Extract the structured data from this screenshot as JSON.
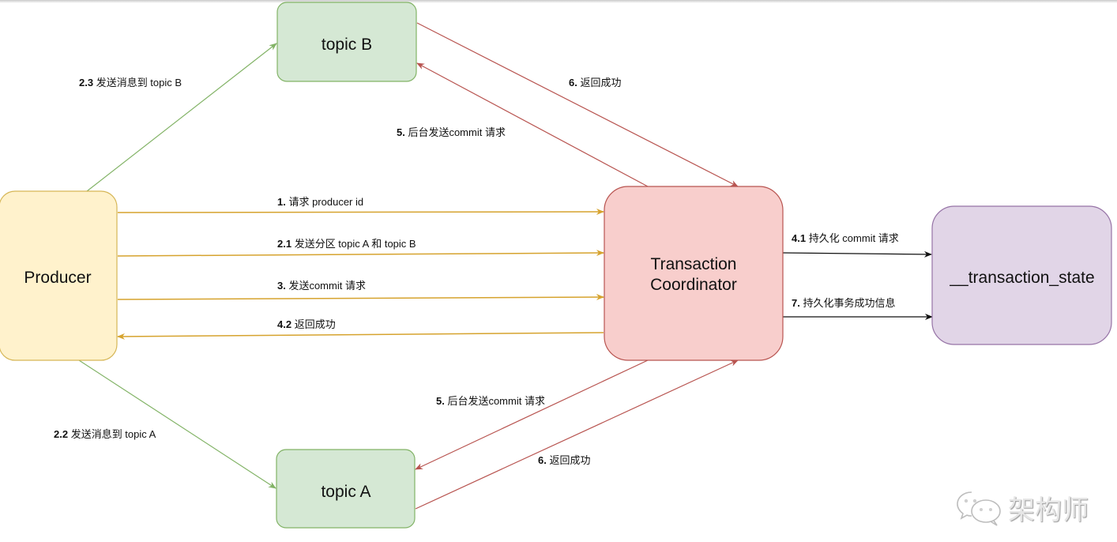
{
  "diagram": {
    "title": "Kafka transaction flow",
    "nodes": {
      "producer": {
        "label": "Producer",
        "fill": "#fff2cc",
        "stroke": "#d6b656"
      },
      "topic_b": {
        "label": "topic B",
        "fill": "#d5e8d4",
        "stroke": "#82b366"
      },
      "topic_a": {
        "label": "topic A",
        "fill": "#d5e8d4",
        "stroke": "#82b366"
      },
      "coordinator": {
        "label_line1": "Transaction",
        "label_line2": "Coordinator",
        "fill": "#f8cecc",
        "stroke": "#b85450"
      },
      "state": {
        "label": "__transaction_state",
        "fill": "#e1d5e7",
        "stroke": "#9673a6"
      }
    },
    "edges": [
      {
        "id": "e1",
        "num": "1.",
        "text": " 请求 producer id",
        "from": "producer",
        "to": "coordinator",
        "color": "#d6a32e"
      },
      {
        "id": "e21",
        "num": "2.1",
        "text": " 发送分区 topic A 和 topic B",
        "from": "producer",
        "to": "coordinator",
        "color": "#d6a32e"
      },
      {
        "id": "e3",
        "num": "3.",
        "text": " 发送commit 请求",
        "from": "producer",
        "to": "coordinator",
        "color": "#d6a32e"
      },
      {
        "id": "e42",
        "num": "4.2",
        "text": " 返回成功",
        "from": "coordinator",
        "to": "producer",
        "color": "#d6a32e"
      },
      {
        "id": "e23",
        "num": "2.3",
        "text": "  发送消息到 topic B",
        "from": "producer",
        "to": "topic_b",
        "color": "#82b366"
      },
      {
        "id": "e22",
        "num": "2.2",
        "text": "  发送消息到 topic A",
        "from": "producer",
        "to": "topic_a",
        "color": "#82b366"
      },
      {
        "id": "e5b",
        "num": "5.",
        "text": " 后台发送commit 请求",
        "from": "coordinator",
        "to": "topic_b",
        "color": "#b85450"
      },
      {
        "id": "e6b",
        "num": "6.",
        "text": " 返回成功",
        "from": "topic_b",
        "to": "coordinator",
        "color": "#b85450"
      },
      {
        "id": "e5a",
        "num": "5.",
        "text": " 后台发送commit 请求",
        "from": "coordinator",
        "to": "topic_a",
        "color": "#b85450"
      },
      {
        "id": "e6a",
        "num": "6.",
        "text": " 返回成功",
        "from": "topic_a",
        "to": "coordinator",
        "color": "#b85450"
      },
      {
        "id": "e41",
        "num": "4.1",
        "text": " 持久化 commit 请求",
        "from": "coordinator",
        "to": "state",
        "color": "#111111"
      },
      {
        "id": "e7",
        "num": "7.",
        "text": "  持久化事务成功信息",
        "from": "coordinator",
        "to": "state",
        "color": "#111111"
      }
    ]
  },
  "watermark": {
    "icon": "wechat-icon",
    "text": "架构师"
  }
}
